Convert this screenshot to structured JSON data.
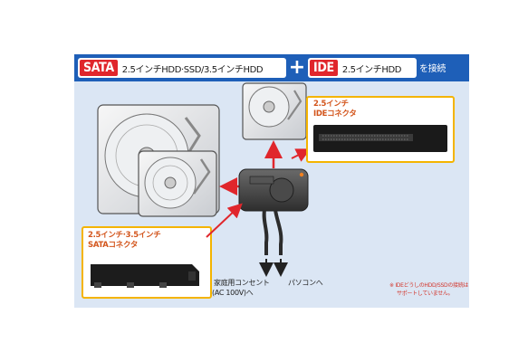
{
  "header": {
    "sata_tag": "SATA",
    "sata_text": "2.5インチHDD·SSD/3.5インチHDD",
    "plus": "+",
    "ide_tag": "IDE",
    "ide_text": "2.5インチHDD",
    "suffix": "を接続"
  },
  "callouts": {
    "ide_line1": "2.5インチ",
    "ide_line2": "IDEコネクタ",
    "sata_line1": "2.5インチ·3.5インチ",
    "sata_line2": "SATAコネクタ"
  },
  "labels": {
    "outlet_line1": "家庭用コンセント",
    "outlet_line2": "(AC 100V)へ",
    "pc": "パソコンへ"
  },
  "note": {
    "line1": "※ IDEどうしのHDD/SSDの接続は",
    "line2": "サポートしていません。"
  },
  "colors": {
    "header_blue": "#1e5fb8",
    "panel_bg": "#dbe6f4",
    "tag_red": "#e0262c",
    "callout_border": "#f4b400",
    "callout_title": "#d3551c",
    "arrow_red": "#e0262c"
  }
}
